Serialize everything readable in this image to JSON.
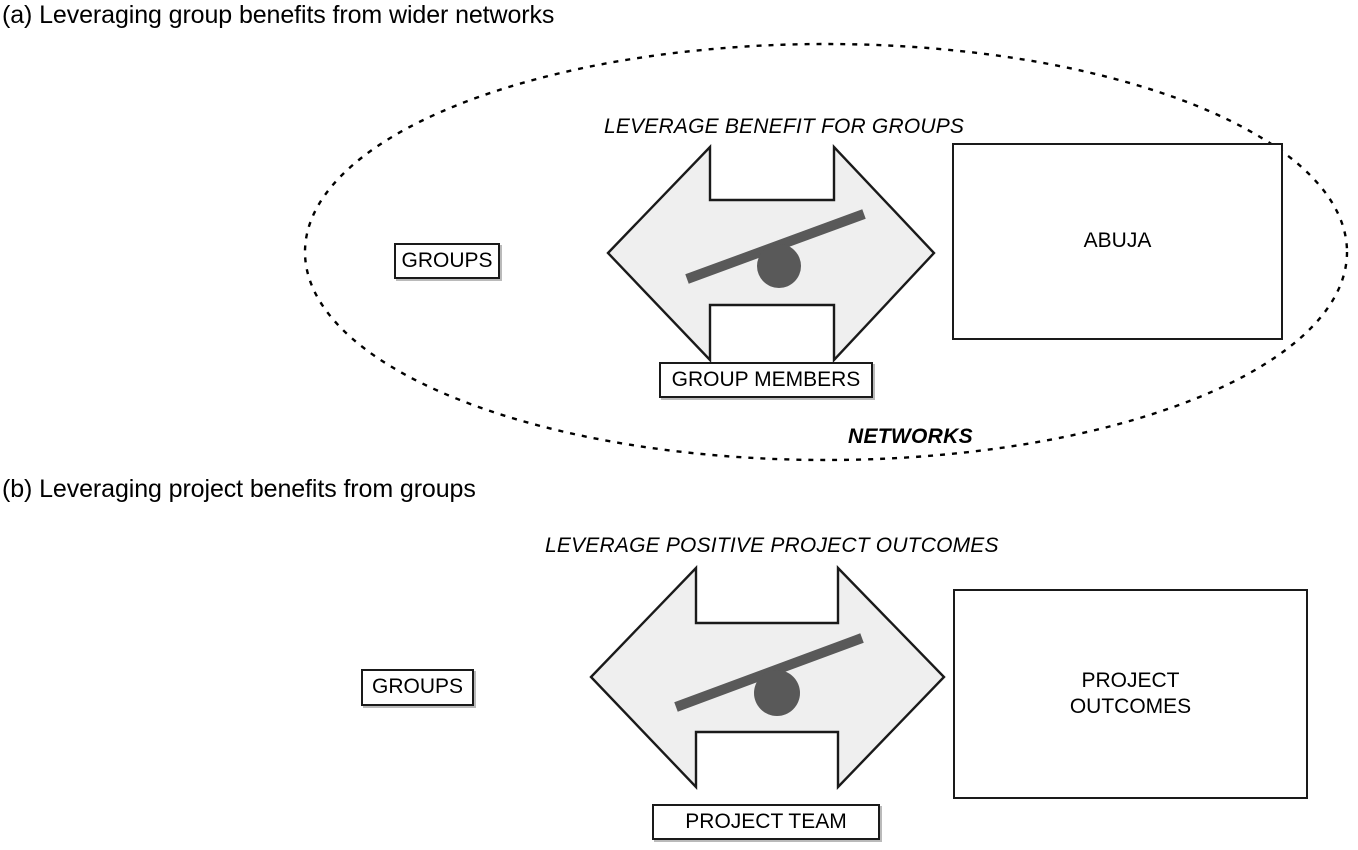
{
  "figure": {
    "type": "conceptual-diagram",
    "panels": [
      {
        "key": "a",
        "title": "(a) Leveraging group benefits from wider networks",
        "container": {
          "label": "NETWORKS",
          "shape": "dashed-ellipse"
        },
        "left_box": "GROUPS",
        "arrow_caption": "LEVERAGE BENEFIT FOR GROUPS",
        "bottom_box": "GROUP MEMBERS",
        "right_box": "ABUJA"
      },
      {
        "key": "b",
        "title": "(b) Leveraging project benefits from groups",
        "left_box": "GROUPS",
        "arrow_caption": "LEVERAGE POSITIVE PROJECT OUTCOMES",
        "bottom_box": "PROJECT TEAM",
        "right_box_line1": "PROJECT",
        "right_box_line2": "OUTCOMES"
      }
    ]
  },
  "colors": {
    "arrow_fill": "#efefef",
    "arrow_stroke": "#1a1a1a",
    "lever_bar": "#595959",
    "fulcrum": "#595959",
    "box_stroke": "#1a1a1a",
    "ellipse_stroke": "#000000",
    "background": "#ffffff",
    "text": "#000000"
  },
  "icons": {
    "double_arrow": "double-headed-leverage-arrow",
    "lever": "lever-bar",
    "fulcrum": "fulcrum-circle",
    "ellipse": "dashed-ellipse-boundary"
  }
}
